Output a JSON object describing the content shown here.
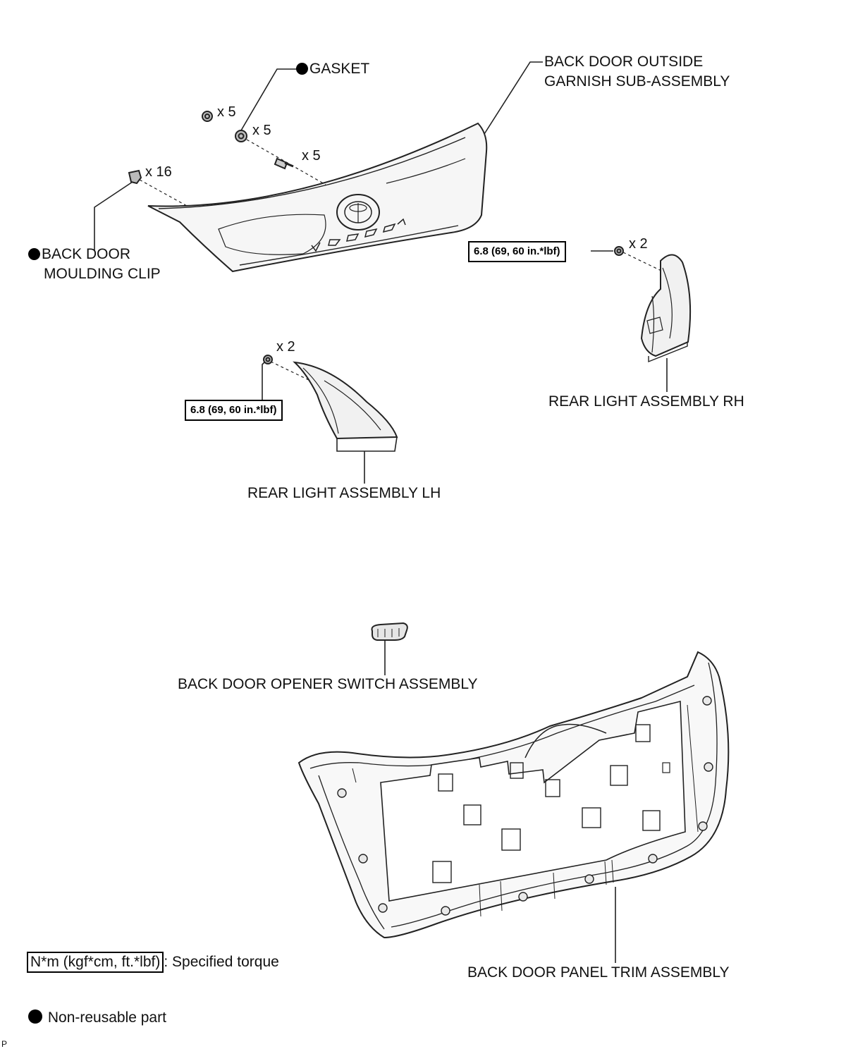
{
  "labels": {
    "gasket": "GASKET",
    "garnish_line1": "BACK DOOR OUTSIDE",
    "garnish_line2": "GARNISH SUB-ASSEMBLY",
    "clip_line1": "BACK DOOR",
    "clip_line2": "MOULDING CLIP",
    "rear_light_rh": "REAR LIGHT ASSEMBLY RH",
    "rear_light_lh": "REAR LIGHT ASSEMBLY LH",
    "opener_switch": "BACK DOOR OPENER SWITCH ASSEMBLY",
    "panel_trim": "BACK DOOR PANEL TRIM ASSEMBLY"
  },
  "quantities": {
    "nut_top": "x 5",
    "gasket_qty": "x 5",
    "screw_qty": "x 5",
    "clip_qty": "x 16",
    "rh_qty": "x 2",
    "lh_qty": "x 2"
  },
  "torque": {
    "rh": "6.8 (69, 60 in.*lbf)",
    "lh": "6.8 (69, 60 in.*lbf)"
  },
  "legend": {
    "torque_unit": "N*m (kgf*cm, ft.*lbf)",
    "torque_desc": ": Specified torque",
    "non_reusable": "Non-reusable part"
  },
  "diagram_code": "P"
}
